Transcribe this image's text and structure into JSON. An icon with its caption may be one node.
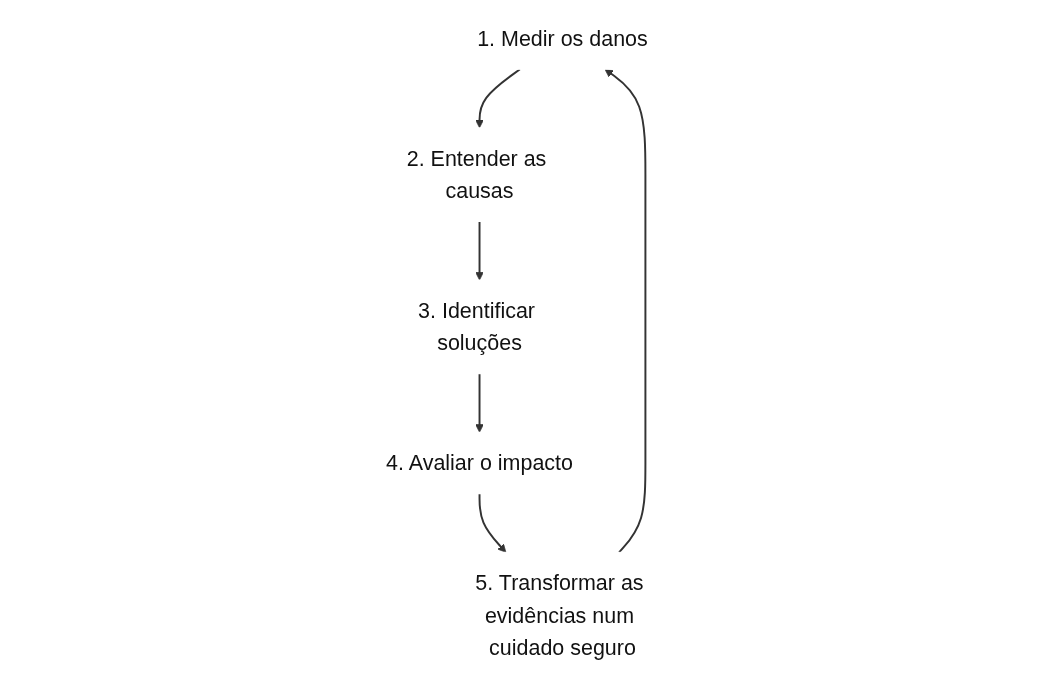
{
  "diagram": {
    "nodes": [
      {
        "text": [
          "1. Medir os danos"
        ]
      },
      {
        "text": [
          "2. Entender as causas"
        ]
      },
      {
        "text": [
          "3. Identificar soluções"
        ]
      },
      {
        "text": [
          "4. Avaliar o impacto"
        ]
      },
      {
        "text": [
          "5. Transformar as evidências num cuidado seguro"
        ]
      }
    ],
    "edges": [
      {
        "from": 4,
        "to": 0,
        "arrow": "to"
      },
      {
        "from": 0,
        "to": 1,
        "arrow": "to"
      },
      {
        "from": 1,
        "to": 2,
        "arrow": "to"
      },
      {
        "from": 2,
        "to": 3,
        "arrow": "to"
      },
      {
        "from": 3,
        "to": 4,
        "arrow": "to"
      }
    ]
  }
}
